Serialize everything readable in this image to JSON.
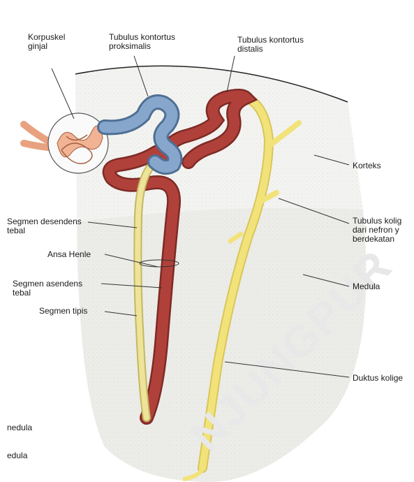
{
  "labels": {
    "korpuskel_1": "Korpuskel",
    "korpuskel_2": "ginjal",
    "tkp_1": "Tubulus kontortus",
    "tkp_2": "proksimalis",
    "tkd_1": "Tubulus kontortus",
    "tkd_2": "distalis",
    "korteks": "Korteks",
    "kolig_1": "Tubulus kolig",
    "kolig_2": "dari nefron y",
    "kolig_3": "berdekatan",
    "desendens_1": "Segmen desendens",
    "desendens_2": "tebal",
    "ansa": "Ansa Henle",
    "asendens_1": "Segmen asendens",
    "asendens_2": "tebal",
    "tipis": "Segmen tipis",
    "medula": "Medula",
    "duktus": "Duktus kolige",
    "medula_a": "nedula",
    "medula_b": "edula"
  },
  "watermark": "NJUNGPUR",
  "colors": {
    "cortex_bg": "#f3f3f1",
    "medulla_bg": "#ececea",
    "proximal_blue": "#7f9fc4",
    "distal_red": "#b0413a",
    "collecting_yellow": "#f2e27a",
    "thin_segment": "#e9e2a2",
    "glomerulus": "#e8a27f"
  }
}
